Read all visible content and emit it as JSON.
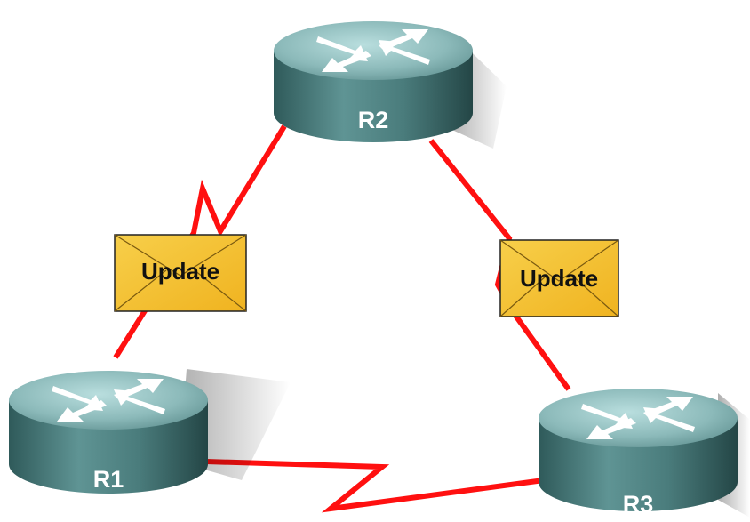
{
  "routers": [
    {
      "id": "r1",
      "label": "R1"
    },
    {
      "id": "r2",
      "label": "R2"
    },
    {
      "id": "r3",
      "label": "R3"
    }
  ],
  "links": [
    {
      "id": "r1-r2",
      "type": "serial"
    },
    {
      "id": "r2-r3",
      "type": "serial"
    },
    {
      "id": "r1-r3",
      "type": "serial"
    }
  ],
  "messages": [
    {
      "id": "update-left",
      "label": "Update"
    },
    {
      "id": "update-right",
      "label": "Update"
    }
  ],
  "colors": {
    "link": "#ff1010",
    "router_body": "#3d6e6e",
    "router_top": "#8fbcbc",
    "envelope": "#f5c230"
  }
}
